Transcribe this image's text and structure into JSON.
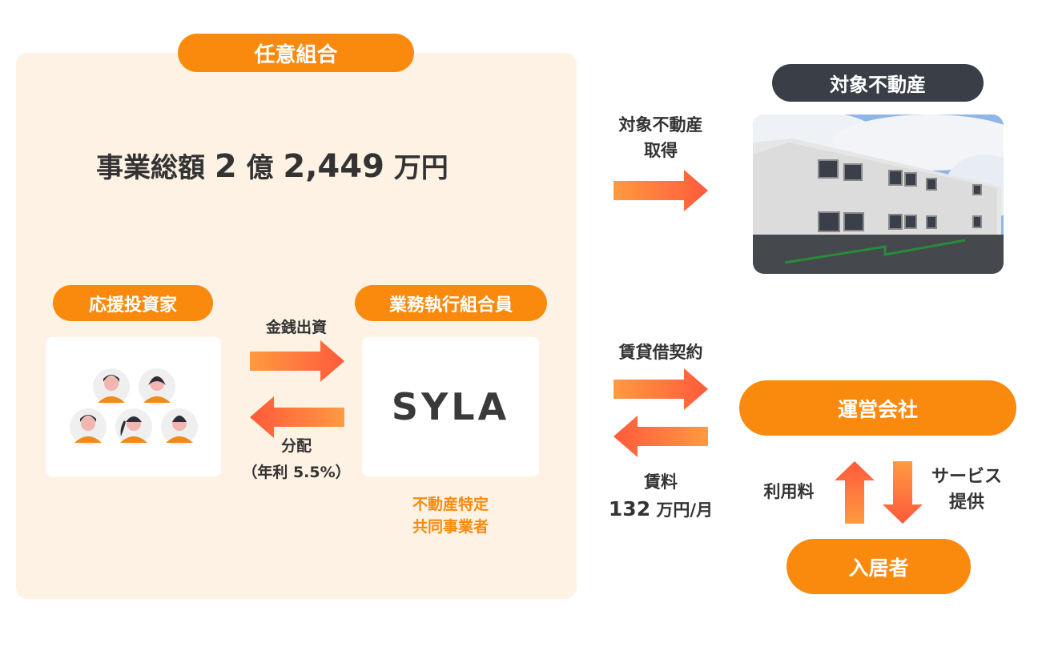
{
  "union_title": "任意組合",
  "total": {
    "label": "事業総額",
    "oku": "2",
    "oku_unit": "億",
    "man": "2,449",
    "man_unit": "万円"
  },
  "investor_label": "応援投資家",
  "executor_label": "業務執行組合員",
  "executor_logo": "SYLA",
  "executor_note": [
    "不動産特定",
    "共同事業者"
  ],
  "flow_invest": "金銭出資",
  "flow_distribute": "分配",
  "flow_rate": "（年利 5.5%）",
  "property_title": "対象不動産",
  "flow_acquire": [
    "対象不動産",
    "取得"
  ],
  "flow_lease": "賃貸借契約",
  "operator_label": "運営会社",
  "flow_rent": [
    "賃料",
    "132",
    "万円/月"
  ],
  "resident_label": "入居者",
  "flow_fee": "利用料",
  "flow_service": [
    "サービス",
    "提供"
  ],
  "colors": {
    "orange": "#f98a0e",
    "panel": "#fef2e4",
    "dark": "#3a3f47",
    "grad_start": "#ff9a40",
    "grad_end": "#ff5a3c"
  }
}
